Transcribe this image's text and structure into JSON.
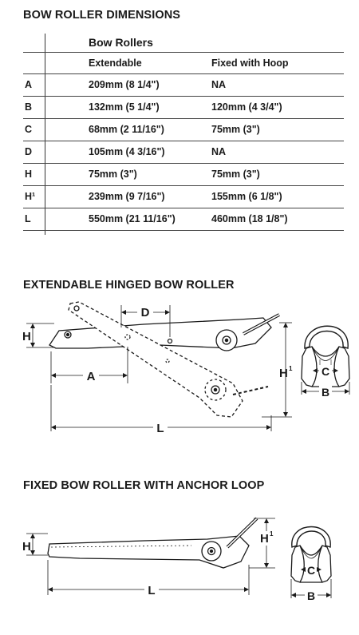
{
  "dimensions": {
    "heading": "BOW ROLLER DIMENSIONS",
    "group_label": "Bow Rollers",
    "columns": [
      "Extendable",
      "Fixed with Hoop"
    ],
    "rows": [
      {
        "label": "A",
        "extendable": "209mm (8 1/4\")",
        "fixed": "NA"
      },
      {
        "label": "B",
        "extendable": "132mm (5 1/4\")",
        "fixed": "120mm (4 3/4\")"
      },
      {
        "label": "C",
        "extendable": "68mm (2 11/16\")",
        "fixed": "75mm (3\")"
      },
      {
        "label": "D",
        "extendable": "105mm (4 3/16\")",
        "fixed": "NA"
      },
      {
        "label": "H",
        "extendable": "75mm (3\")",
        "fixed": "75mm (3\")"
      },
      {
        "label": "H¹",
        "extendable": "239mm (9 7/16\")",
        "fixed": "155mm (6 1/8\")"
      },
      {
        "label": "L",
        "extendable": "550mm (21 11/16\")",
        "fixed": "460mm (18 1/8\")"
      }
    ]
  },
  "extendable_diagram": {
    "heading": "EXTENDABLE HINGED BOW ROLLER",
    "labels": {
      "d": "D",
      "h": "H",
      "a": "A",
      "h1": "H",
      "h1_sup": "1",
      "l": "L",
      "c": "C",
      "b": "B"
    }
  },
  "fixed_diagram": {
    "heading": "FIXED BOW ROLLER WITH ANCHOR LOOP",
    "labels": {
      "h": "H",
      "h1": "H",
      "h1_sup": "1",
      "l": "L",
      "c": "C",
      "b": "B"
    }
  }
}
